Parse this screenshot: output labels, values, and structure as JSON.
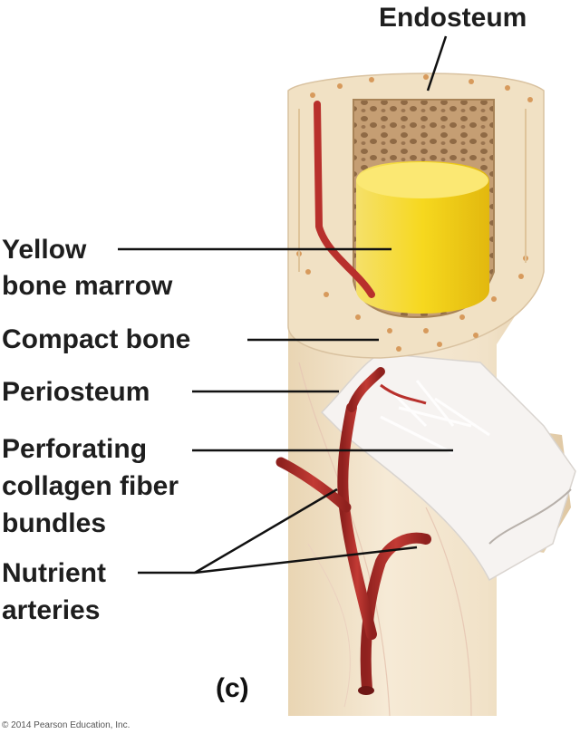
{
  "figure": {
    "part_label": "(c)",
    "copyright": "© 2014 Pearson Education, Inc."
  },
  "labels": {
    "endosteum": "Endosteum",
    "yellow_marrow_line1": "Yellow",
    "yellow_marrow_line2": "bone marrow",
    "compact_bone": "Compact bone",
    "periosteum": "Periosteum",
    "perforating_line1": "Perforating",
    "perforating_line2": "collagen fiber",
    "perforating_line3": "bundles",
    "nutrient_line1": "Nutrient",
    "nutrient_line2": "arteries"
  },
  "colors": {
    "bone": "#f3e6cf",
    "bone_shadow": "#e4cfab",
    "spongy": "#b79066",
    "marrow": "#f2d21e",
    "artery": "#b8302c",
    "periosteum": "#f4f1ee",
    "leader": "#111111"
  }
}
